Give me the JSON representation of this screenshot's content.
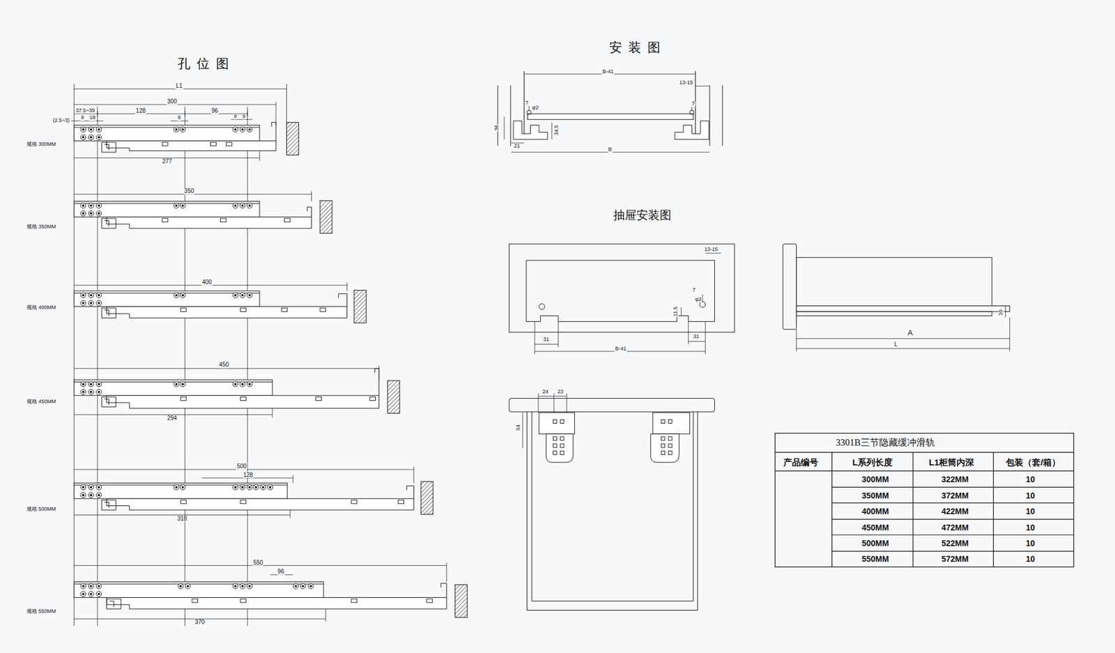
{
  "diagram": {
    "labels": [
      "孔位图",
      "L1",
      "300",
      "37.5~39",
      "128",
      "96",
      "(2.5~3)",
      "9",
      "18",
      "9",
      "9",
      "9",
      "277",
      "规格 300MM",
      "350",
      "规格 350MM",
      "400",
      "规格 400MM",
      "450",
      "294",
      "规格 450MM",
      "500",
      "128",
      "318",
      "规格 500MM",
      "550",
      "96",
      "370",
      "规格 550MM",
      "安装图",
      "B-41",
      "13-15",
      "7",
      "φ2",
      "7",
      "36",
      "34.5",
      "21",
      "B",
      "抽屉安装图",
      "13-15",
      "7",
      "φ2",
      "11.5",
      "31",
      "B-41",
      "31",
      "10",
      "A",
      "L",
      "24",
      "23",
      "54",
      "3301B三节隐藏缓冲滑轨",
      "产品编号",
      "L系列长度",
      "L1柜筒内深",
      "包装（套/箱）",
      "300MM",
      "322MM",
      "10",
      "350MM",
      "372MM",
      "10",
      "400MM",
      "422MM",
      "10",
      "450MM",
      "472MM",
      "10",
      "500MM",
      "522MM",
      "10",
      "550MM",
      "572MM",
      "10"
    ]
  }
}
